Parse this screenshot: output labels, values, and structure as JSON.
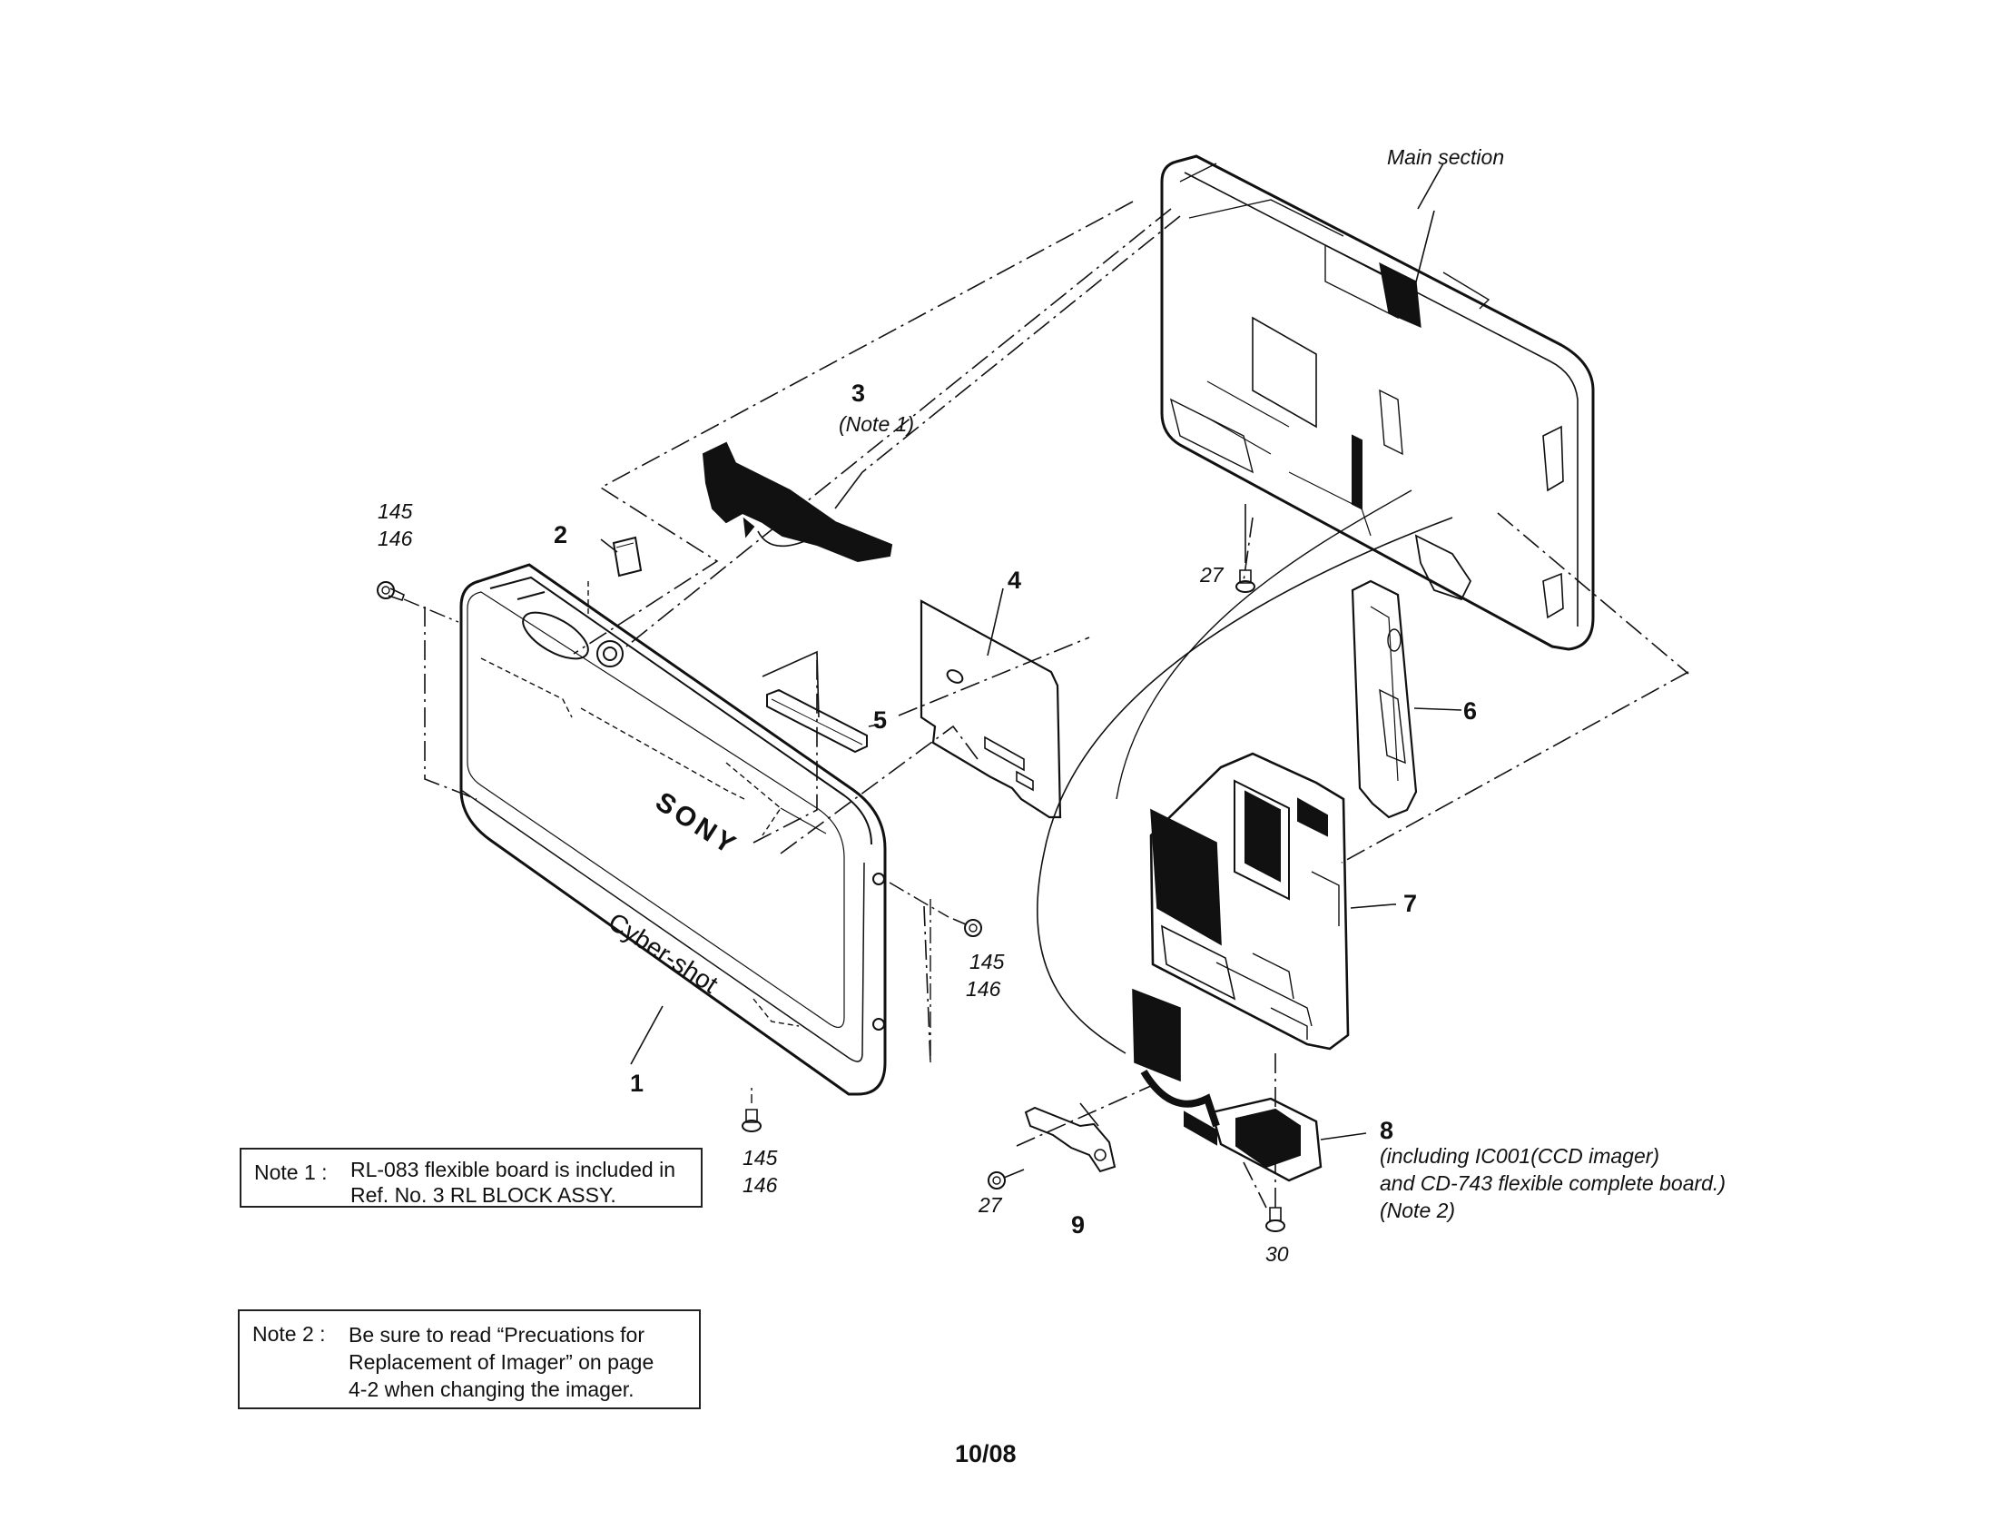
{
  "labels": {
    "main_section": "Main section",
    "ref_1": "1",
    "ref_2": "2",
    "ref_3": "3",
    "ref_3_note": "(Note 1)",
    "ref_4": "4",
    "ref_5": "5",
    "ref_6": "6",
    "ref_7": "7",
    "ref_8": "8",
    "ref_8_desc_1": "(including IC001(CCD imager)",
    "ref_8_desc_2": "and CD-743 flexible complete board.)",
    "ref_8_note": "(Note 2)",
    "ref_9": "9",
    "screw_145_a": "145",
    "screw_146_a": "146",
    "screw_145_b": "145",
    "screw_146_b": "146",
    "screw_145_c": "145",
    "screw_146_c": "146",
    "screw_27_a": "27",
    "screw_27_b": "27",
    "screw_30": "30"
  },
  "front_cabinet": {
    "brand": "SONY",
    "model": "Cyber-shot"
  },
  "notes": [
    {
      "tag": "Note 1 :",
      "lines": [
        "RL-083 flexible board is included in",
        "Ref. No. 3 RL BLOCK ASSY."
      ]
    },
    {
      "tag": "Note 2 :",
      "lines": [
        "Be sure to read “Precuations for",
        "Replacement of Imager” on page",
        "4-2 when changing the imager."
      ]
    }
  ],
  "page_number": "10/08"
}
